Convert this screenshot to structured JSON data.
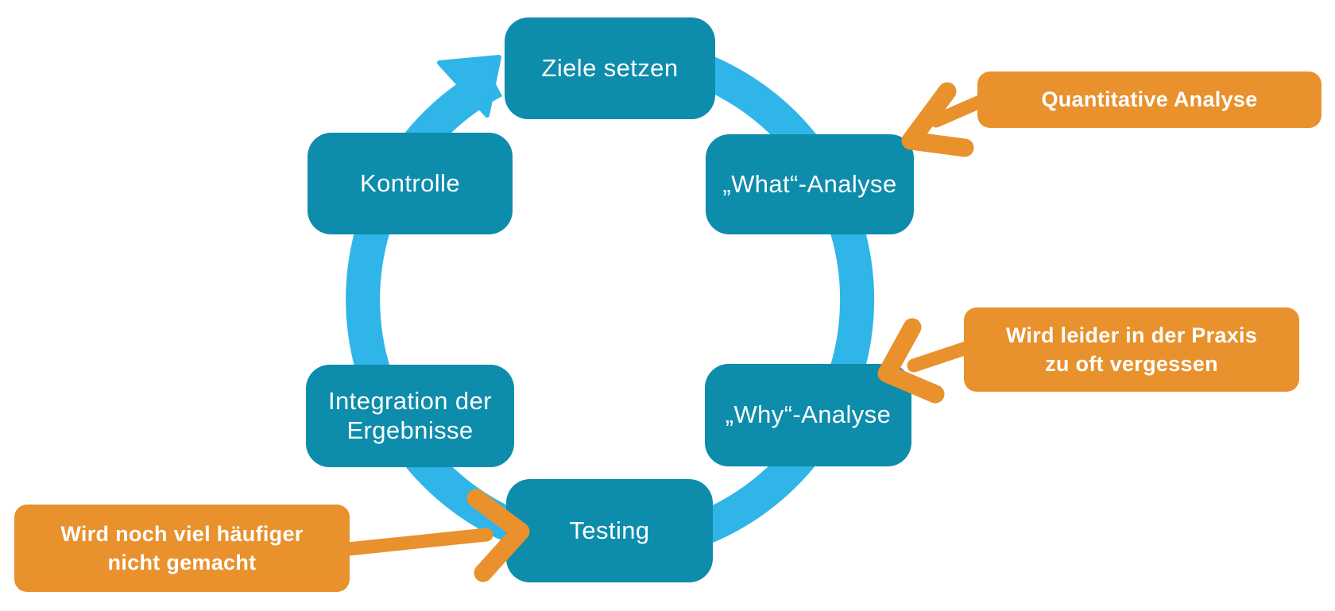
{
  "diagram": {
    "type": "cycle",
    "direction": "clockwise",
    "steps": [
      {
        "label": "Ziele setzen"
      },
      {
        "label": "„What“-Analyse"
      },
      {
        "label": "„Why“-Analyse"
      },
      {
        "label": "Testing"
      },
      {
        "label": "Integration der Ergebnisse"
      },
      {
        "label": "Kontrolle"
      }
    ],
    "callouts": [
      {
        "lines": [
          "Quantitative Analyse"
        ],
        "points_to": "„What“-Analyse"
      },
      {
        "lines": [
          "Wird leider in der Praxis",
          "zu oft vergessen"
        ],
        "points_to": "„Why“-Analyse"
      },
      {
        "lines": [
          "Wird noch viel häufiger",
          "nicht gemacht"
        ],
        "points_to": "Testing"
      }
    ]
  },
  "colors": {
    "background": "#ffffff",
    "node": "#0E8CAB",
    "node_text": "#ffffff",
    "ring": "#2FB5E8",
    "callout": "#E8912D",
    "callout_text": "#ffffff"
  }
}
